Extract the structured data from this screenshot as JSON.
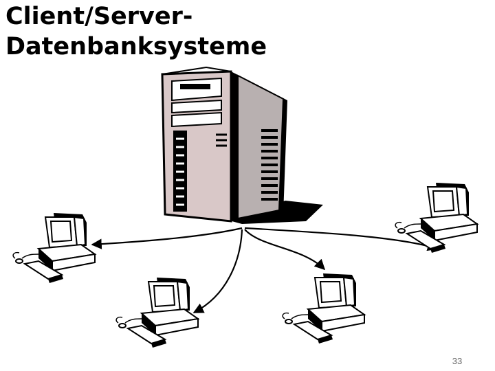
{
  "slide": {
    "title": "Client/Server-\nDatenbanksysteme",
    "page_number": "33"
  },
  "diagram": {
    "server_icon": "server-tower-icon",
    "client_icon": "desktop-computer-icon",
    "clients": [
      {
        "name": "client-left"
      },
      {
        "name": "client-bottom-left"
      },
      {
        "name": "client-bottom-right"
      },
      {
        "name": "client-right"
      }
    ]
  },
  "colors": {
    "server_body": "#d9c8c8",
    "outline": "#000000",
    "background": "#ffffff"
  }
}
